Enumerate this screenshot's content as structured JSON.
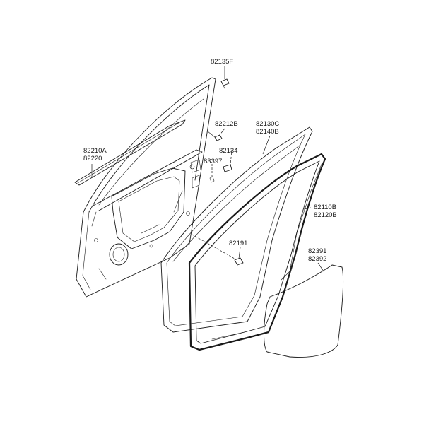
{
  "diagram": {
    "callouts": [
      {
        "id": "c82135",
        "lines": [
          "82135F"
        ]
      },
      {
        "id": "c82212",
        "lines": [
          "82212B"
        ]
      },
      {
        "id": "c82134",
        "lines": [
          "82134"
        ]
      },
      {
        "id": "c83397",
        "lines": [
          "83397"
        ]
      },
      {
        "id": "c82210",
        "lines": [
          "82210A",
          "82220"
        ]
      },
      {
        "id": "c82130",
        "lines": [
          "82130C",
          "82140B"
        ]
      },
      {
        "id": "c82110",
        "lines": [
          "82110B",
          "82120B"
        ]
      },
      {
        "id": "c82191",
        "lines": [
          "82191"
        ]
      },
      {
        "id": "c82391",
        "lines": [
          "82391",
          "82392"
        ]
      }
    ]
  }
}
